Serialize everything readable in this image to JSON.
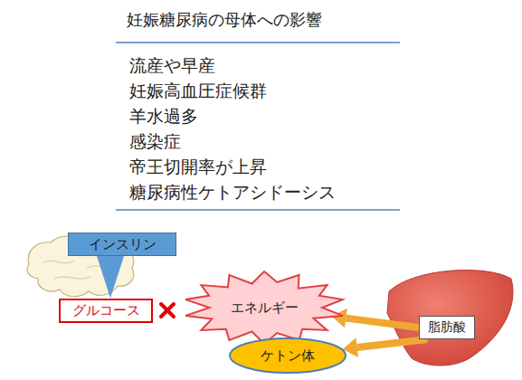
{
  "diagram": {
    "title": "妊娠糖尿病の母体への影響",
    "nodes": [
      {
        "text": [
          "インスリン"
        ]
      },
      {
        "text": [
          "グルコース"
        ]
      },
      {
        "text": [
          "エネルギー"
        ]
      },
      {
        "text": [
          "ケトン体"
        ]
      },
      {
        "text": [
          "脂肪酸"
        ]
      }
    ],
    "edges": [
      {
        "from": 0,
        "to": 1,
        "arrow": "to"
      },
      {
        "from": 4,
        "to": 2,
        "arrow": "to"
      },
      {
        "from": 4,
        "to": 3,
        "arrow": "to"
      }
    ],
    "labels": [
      "流産や早産",
      "妊娠高血圧症候群",
      "羊水過多",
      "感染症",
      "帝王切開率が上昇",
      "糖尿病性ケトアシドーシス"
    ]
  }
}
